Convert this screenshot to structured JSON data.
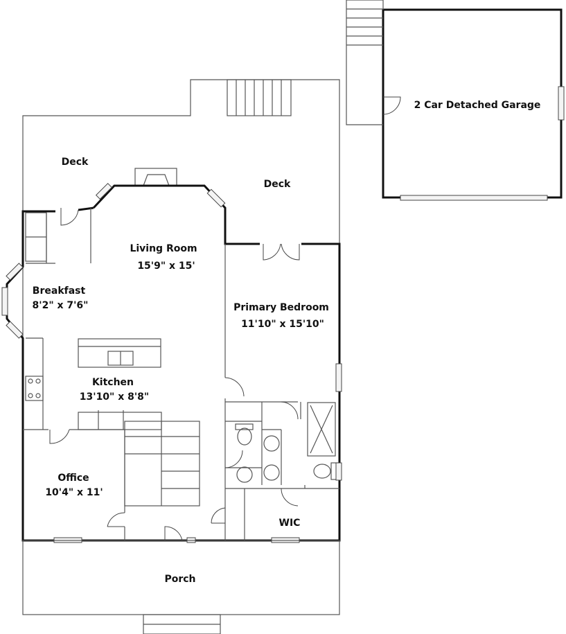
{
  "rooms": {
    "deck_left": {
      "name": "Deck"
    },
    "deck_right": {
      "name": "Deck"
    },
    "living_room": {
      "name": "Living Room",
      "size": "15'9\" x 15'"
    },
    "primary_bedroom": {
      "name": "Primary Bedroom",
      "size": "11'10\" x 15'10\""
    },
    "breakfast": {
      "name": "Breakfast",
      "size": "8'2\" x 7'6\""
    },
    "kitchen": {
      "name": "Kitchen",
      "size": "13'10\" x 8'8\""
    },
    "office": {
      "name": "Office",
      "size": "10'4\" x 11'"
    },
    "wic": {
      "name": "WIC"
    },
    "porch": {
      "name": "Porch"
    },
    "garage": {
      "name": "2 Car Detached Garage"
    }
  },
  "colors": {
    "wall": "#111111",
    "line": "#555555",
    "background": "#ffffff"
  }
}
